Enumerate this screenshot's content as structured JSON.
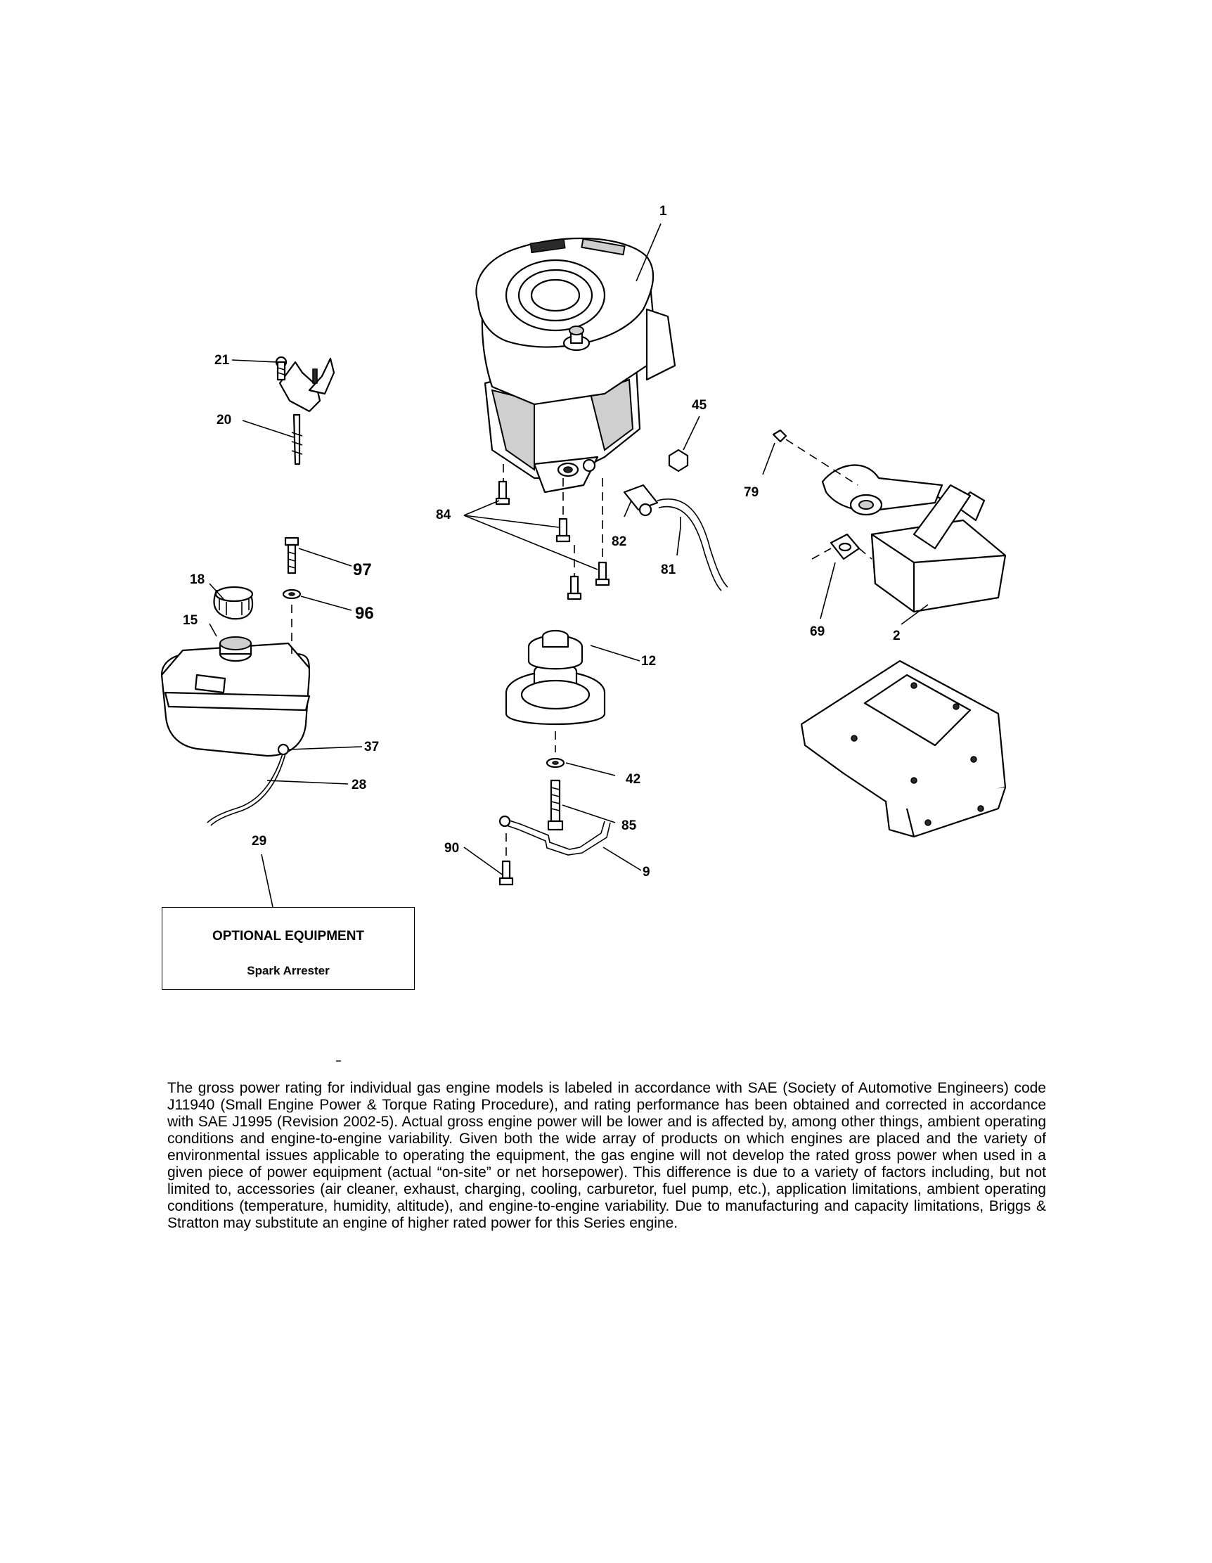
{
  "callouts": [
    "1",
    "2",
    "9",
    "12",
    "15",
    "18",
    "20",
    "21",
    "28",
    "29",
    "37",
    "42",
    "45",
    "69",
    "79",
    "81",
    "82",
    "84",
    "85",
    "90",
    "96",
    "97"
  ],
  "optional_equipment": {
    "title": "OPTIONAL EQUIPMENT",
    "item": "Spark Arrester"
  },
  "disclaimer": "The gross power rating for individual gas engine models is labeled in accordance with SAE (Society of Automotive Engineers) code J11940 (Small Engine Power & Torque Rating Procedure), and rating performance has been obtained and corrected in accordance with SAE J1995 (Revision 2002-5). Actual gross engine power will be lower and is affected by, among other things, ambient operating conditions and engine-to-engine variability. Given both the wide array of products on which engines are placed and the variety of environmental issues applicable to operating the equipment, the gas engine will not develop the rated gross power when used in a given piece of power equipment (actual “on-site” or net horsepower). This difference is due to a variety of factors including, but not limited to, accessories (air cleaner, exhaust, charging, cooling, carburetor, fuel pump, etc.), application limitations, ambient operating conditions (temperature, humidity, altitude), and engine-to-engine variability. Due to manufacturing and capacity limitations, Briggs & Stratton may substitute an engine of higher rated power for this Series engine."
}
